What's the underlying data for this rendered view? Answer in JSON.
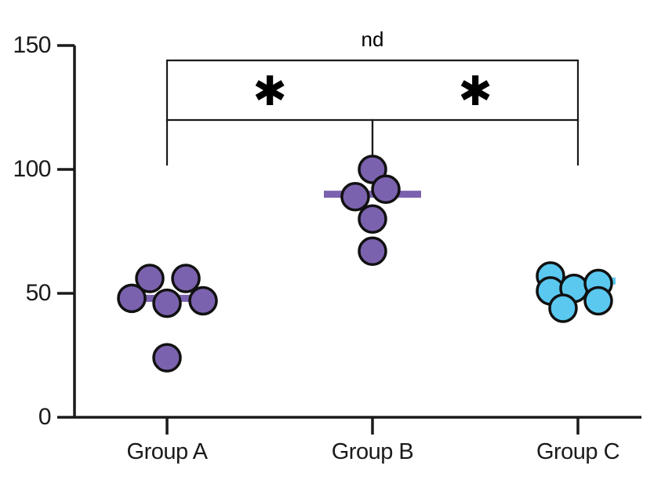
{
  "chart_data": {
    "type": "scatter",
    "title": "",
    "xlabel": "",
    "ylabel": "",
    "ylim": [
      0,
      150
    ],
    "yticks": [
      0,
      50,
      100,
      150
    ],
    "ytick_labels": [
      "0",
      "50",
      "100",
      "150"
    ],
    "grid": false,
    "legend_position": "none",
    "categories": [
      "Group A",
      "Group B",
      "Group C"
    ],
    "series": [
      {
        "name": "Group A",
        "color": "#7B62AE",
        "mean": 48,
        "values": [
          48,
          56,
          46,
          56,
          47,
          24
        ],
        "points": [
          {
            "value": 48,
            "jitter": -45
          },
          {
            "value": 56,
            "jitter": -22
          },
          {
            "value": 46,
            "jitter": 0
          },
          {
            "value": 56,
            "jitter": 24
          },
          {
            "value": 47,
            "jitter": 46
          },
          {
            "value": 24,
            "jitter": 0
          }
        ]
      },
      {
        "name": "Group B",
        "color": "#7B62AE",
        "mean": 90,
        "values": [
          100,
          89,
          92,
          80,
          67
        ],
        "points": [
          {
            "value": 100,
            "jitter": 0
          },
          {
            "value": 89,
            "jitter": -22
          },
          {
            "value": 92,
            "jitter": 17
          },
          {
            "value": 80,
            "jitter": 0
          },
          {
            "value": 67,
            "jitter": 0
          }
        ]
      },
      {
        "name": "Group C",
        "color": "#5BC8F0",
        "mean": 55,
        "values": [
          57,
          51,
          52,
          54,
          47,
          44
        ],
        "points": [
          {
            "value": 57,
            "jitter": -35
          },
          {
            "value": 51,
            "jitter": -35
          },
          {
            "value": 52,
            "jitter": -5
          },
          {
            "value": 54,
            "jitter": 26
          },
          {
            "value": 47,
            "jitter": 26
          },
          {
            "value": 44,
            "jitter": -19
          }
        ]
      }
    ],
    "annotations": [
      {
        "label": "nd",
        "from": "Group A",
        "to": "Group C",
        "level": 1
      },
      {
        "label": "✱",
        "from": "Group A",
        "to": "Group B",
        "level": 0
      },
      {
        "label": "✱",
        "from": "Group B",
        "to": "Group C",
        "level": 0
      }
    ]
  },
  "axes": {
    "y_ticks": [
      {
        "label": "150"
      },
      {
        "label": "100"
      },
      {
        "label": "50"
      },
      {
        "label": "0"
      }
    ],
    "x_ticks": [
      {
        "label": "Group A"
      },
      {
        "label": "Group B"
      },
      {
        "label": "Group C"
      }
    ]
  },
  "significance": {
    "nd_label": "nd",
    "star_left": "✱",
    "star_right": "✱"
  },
  "colors": {
    "purple": "#7B62AE",
    "purple_edge": "#111111",
    "cyan": "#5BC8F0",
    "cyan_edge": "#111111",
    "axis": "#1a1a1a",
    "text": "#1a1a1a",
    "background": "#ffffff"
  }
}
